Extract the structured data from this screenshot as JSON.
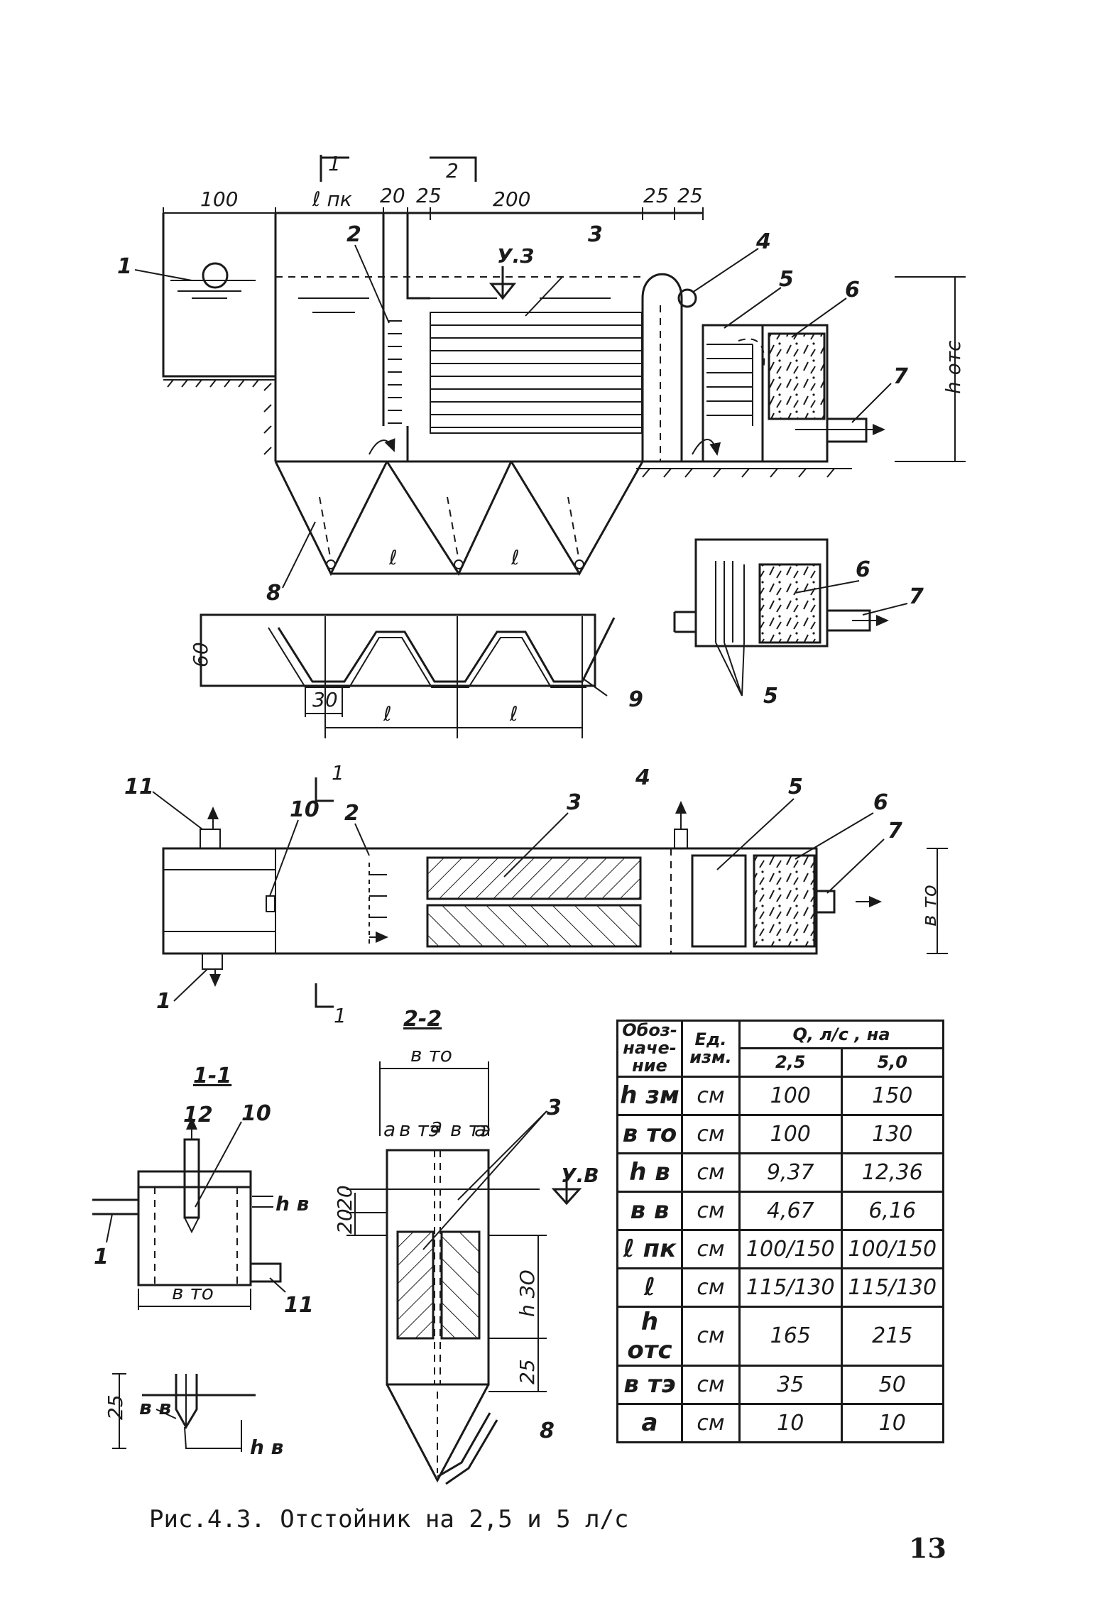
{
  "top_view": {
    "section_marks": [
      "1",
      "2"
    ],
    "dims": [
      "100",
      "ℓ пк",
      "20",
      "25",
      "200",
      "25",
      "25"
    ],
    "water_level": "У.З",
    "callouts": [
      "1",
      "2",
      "3",
      "4",
      "5",
      "6",
      "7",
      "8"
    ],
    "height_label": "h отс",
    "bottom_dims": [
      "ℓ",
      "ℓ"
    ]
  },
  "hopper_section": {
    "height_dim": "60",
    "width_dim": "30",
    "bottom_dims": [
      "ℓ",
      "ℓ"
    ],
    "callout": "9"
  },
  "side_detail": {
    "callouts": [
      "6",
      "7",
      "5"
    ]
  },
  "plan_view": {
    "callouts": [
      "11",
      "10",
      "2",
      "3",
      "4",
      "5",
      "6",
      "7",
      "1"
    ],
    "section_marks": [
      "1",
      "1"
    ],
    "width_label": "в то"
  },
  "section_1_1": {
    "title": "1-1",
    "callouts": [
      "12",
      "10",
      "1",
      "11"
    ],
    "labels": [
      "h в",
      "в то"
    ]
  },
  "weir_detail": {
    "height_dim": "25",
    "labels": [
      "в в",
      "h в"
    ]
  },
  "section_2_2": {
    "title": "2-2",
    "labels": [
      "в то",
      "а",
      "в тэ",
      "а",
      "в тэ",
      "а"
    ],
    "dims": [
      "20",
      "20",
      "h ЗО",
      "25"
    ],
    "level": "У.В",
    "callouts": [
      "3",
      "8"
    ]
  },
  "spec_table": {
    "headers": {
      "designation": "Обоз-наче-ние",
      "unit": "Ед. изм.",
      "flow": "Q, л/с , на",
      "q1": "2,5",
      "q2": "5,0"
    },
    "rows": [
      {
        "symbol": "h зм",
        "unit": "см",
        "v1": "100",
        "v2": "150"
      },
      {
        "symbol": "в то",
        "unit": "см",
        "v1": "100",
        "v2": "130"
      },
      {
        "symbol": "h в",
        "unit": "см",
        "v1": "9,37",
        "v2": "12,36"
      },
      {
        "symbol": "в в",
        "unit": "см",
        "v1": "4,67",
        "v2": "6,16"
      },
      {
        "symbol": "ℓ пк",
        "unit": "см",
        "v1": "100/150",
        "v2": "100/150"
      },
      {
        "symbol": "ℓ",
        "unit": "см",
        "v1": "115/130",
        "v2": "115/130"
      },
      {
        "symbol": "h отс",
        "unit": "см",
        "v1": "165",
        "v2": "215"
      },
      {
        "symbol": "в тэ",
        "unit": "см",
        "v1": "35",
        "v2": "50"
      },
      {
        "symbol": "а",
        "unit": "см",
        "v1": "10",
        "v2": "10"
      }
    ]
  },
  "caption": "Рис.4.3. Отстойник на 2,5 и 5 л/с",
  "page_number": "13"
}
